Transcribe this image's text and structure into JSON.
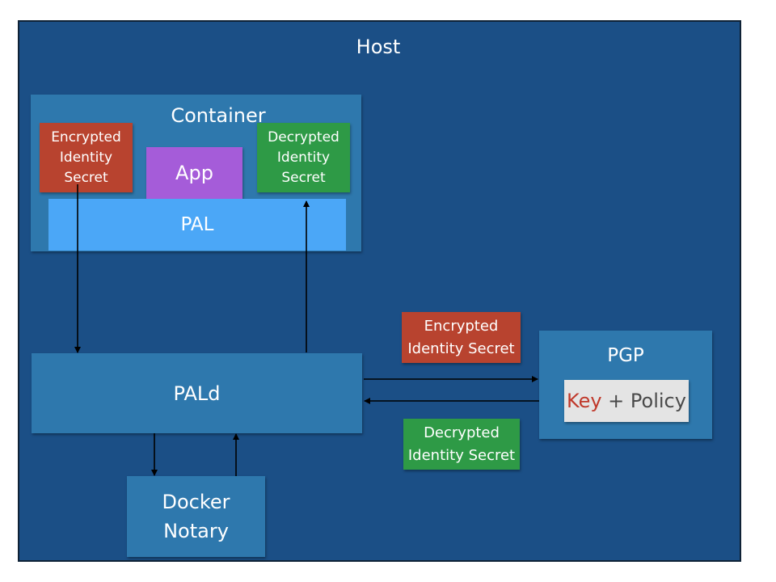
{
  "host": {
    "title": "Host"
  },
  "container": {
    "title": "Container",
    "encrypted_secret": "Encrypted Identity Secret",
    "app": "App",
    "decrypted_secret": "Decrypted Identity Secret",
    "pal": "PAL"
  },
  "pald": {
    "label": "PALd"
  },
  "docker_notary": {
    "line1": "Docker",
    "line2": "Notary"
  },
  "pgp": {
    "title": "PGP",
    "key": "Key",
    "plus_policy": " + Policy"
  },
  "messages": {
    "to_pgp": "Encrypted Identity Secret",
    "from_pgp": "Decrypted Identity Secret"
  },
  "colors": {
    "host": "#1b4f86",
    "box": "#2e78ad",
    "pal": "#4ba7f7",
    "app": "#a55cd9",
    "encrypted": "#b8432f",
    "decrypted": "#2e9a46",
    "key_text": "#c0392b"
  }
}
